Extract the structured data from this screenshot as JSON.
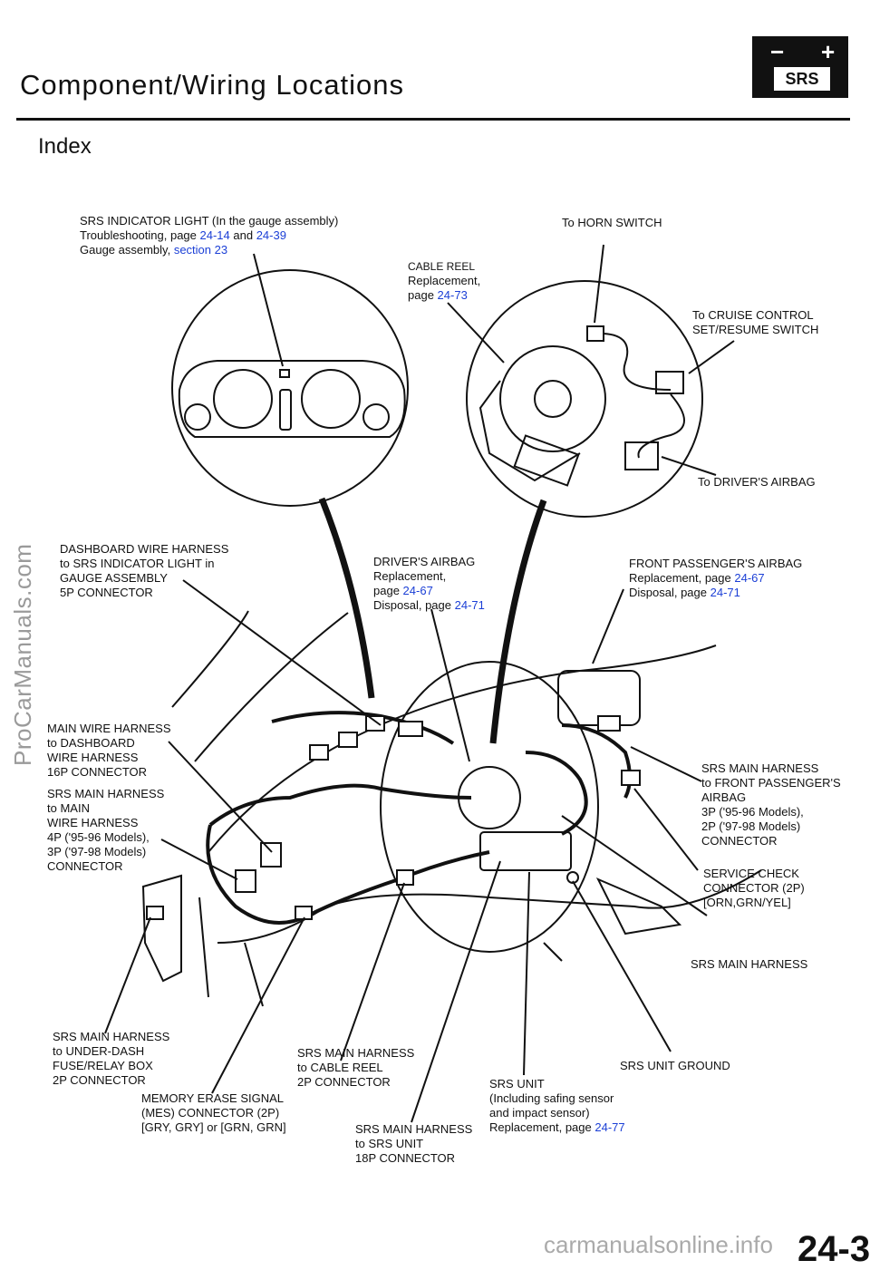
{
  "header": {
    "title": "Component/Wiring Locations",
    "section": "Index"
  },
  "badge": {
    "minus": "−",
    "plus": "+",
    "label": "SRS"
  },
  "labels": {
    "indicator": {
      "l1": "SRS INDICATOR LIGHT (In the gauge assembly)",
      "l2a": "Troubleshooting, page ",
      "l2b": "24-14",
      "l2c": " and ",
      "l2d": "24-39",
      "l3a": "Gauge assembly, ",
      "l3b": "section 23"
    },
    "horn": "To HORN SWITCH",
    "cable_reel": {
      "l1": "CABLE REEL",
      "l2": "Replacement,",
      "l3a": "page ",
      "l3b": "24-73"
    },
    "cruise": {
      "l1": "To CRUISE CONTROL",
      "l2": "SET/RESUME SWITCH"
    },
    "drivers_airbag_conn": "To DRIVER'S AIRBAG",
    "dash_wire": {
      "l1": "DASHBOARD WIRE HARNESS",
      "l2": "to SRS INDICATOR LIGHT in",
      "l3": "GAUGE ASSEMBLY",
      "l4": "5P CONNECTOR"
    },
    "drivers_airbag": {
      "l1": "DRIVER'S AIRBAG",
      "l2": "Replacement,",
      "l3a": "page ",
      "l3b": "24-67",
      "l4a": "Disposal, page ",
      "l4b": "24-71"
    },
    "front_passenger": {
      "l1": "FRONT PASSENGER'S AIRBAG",
      "l2a": "Replacement, page ",
      "l2b": "24-67",
      "l3a": "Disposal, page ",
      "l3b": "24-71"
    },
    "main_wire": {
      "l1": "MAIN WIRE HARNESS",
      "l2": "to DASHBOARD",
      "l3": "WIRE HARNESS",
      "l4": "16P CONNECTOR"
    },
    "srs_main_to_main": {
      "l1": "SRS MAIN HARNESS",
      "l2": "to MAIN",
      "l3": "WIRE HARNESS",
      "l4": "4P ('95-96 Models),",
      "l5": "3P ('97-98 Models)",
      "l6": "CONNECTOR"
    },
    "srs_main_front": {
      "l1": "SRS MAIN HARNESS",
      "l2": "to FRONT PASSENGER'S",
      "l3": "AIRBAG",
      "l4": "3P ('95-96 Models),",
      "l5": "2P ('97-98 Models)",
      "l6": "CONNECTOR"
    },
    "service_check": {
      "l1": "SERVICE CHECK",
      "l2": "CONNECTOR (2P)",
      "l3": "[ORN,GRN/YEL]"
    },
    "srs_main": "SRS MAIN HARNESS",
    "under_dash": {
      "l1": "SRS MAIN HARNESS",
      "l2": "to UNDER-DASH",
      "l3": "FUSE/RELAY BOX",
      "l4": "2P CONNECTOR"
    },
    "cable_reel_conn": {
      "l1": "SRS MAIN HARNESS",
      "l2": "to CABLE REEL",
      "l3": "2P CONNECTOR"
    },
    "srs_unit_ground": "SRS UNIT GROUND",
    "mes": {
      "l1": "MEMORY ERASE SIGNAL",
      "l2": "(MES) CONNECTOR (2P)",
      "l3": "[GRY, GRY] or [GRN, GRN]"
    },
    "srs_unit_conn": {
      "l1": "SRS MAIN HARNESS",
      "l2": "to SRS UNIT",
      "l3": "18P CONNECTOR"
    },
    "srs_unit": {
      "l1": "SRS UNIT",
      "l2": "(Including safing sensor",
      "l3": "and impact sensor)",
      "l4a": "Replacement, page ",
      "l4b": "24-77"
    }
  },
  "watermarks": {
    "side": "ProCarManuals.com",
    "bottom": "carmanualsonline.info"
  },
  "page_number": "24-3",
  "colors": {
    "link": "#1b3fd6",
    "ink": "#111111",
    "watermark": "#9a9a9a"
  }
}
